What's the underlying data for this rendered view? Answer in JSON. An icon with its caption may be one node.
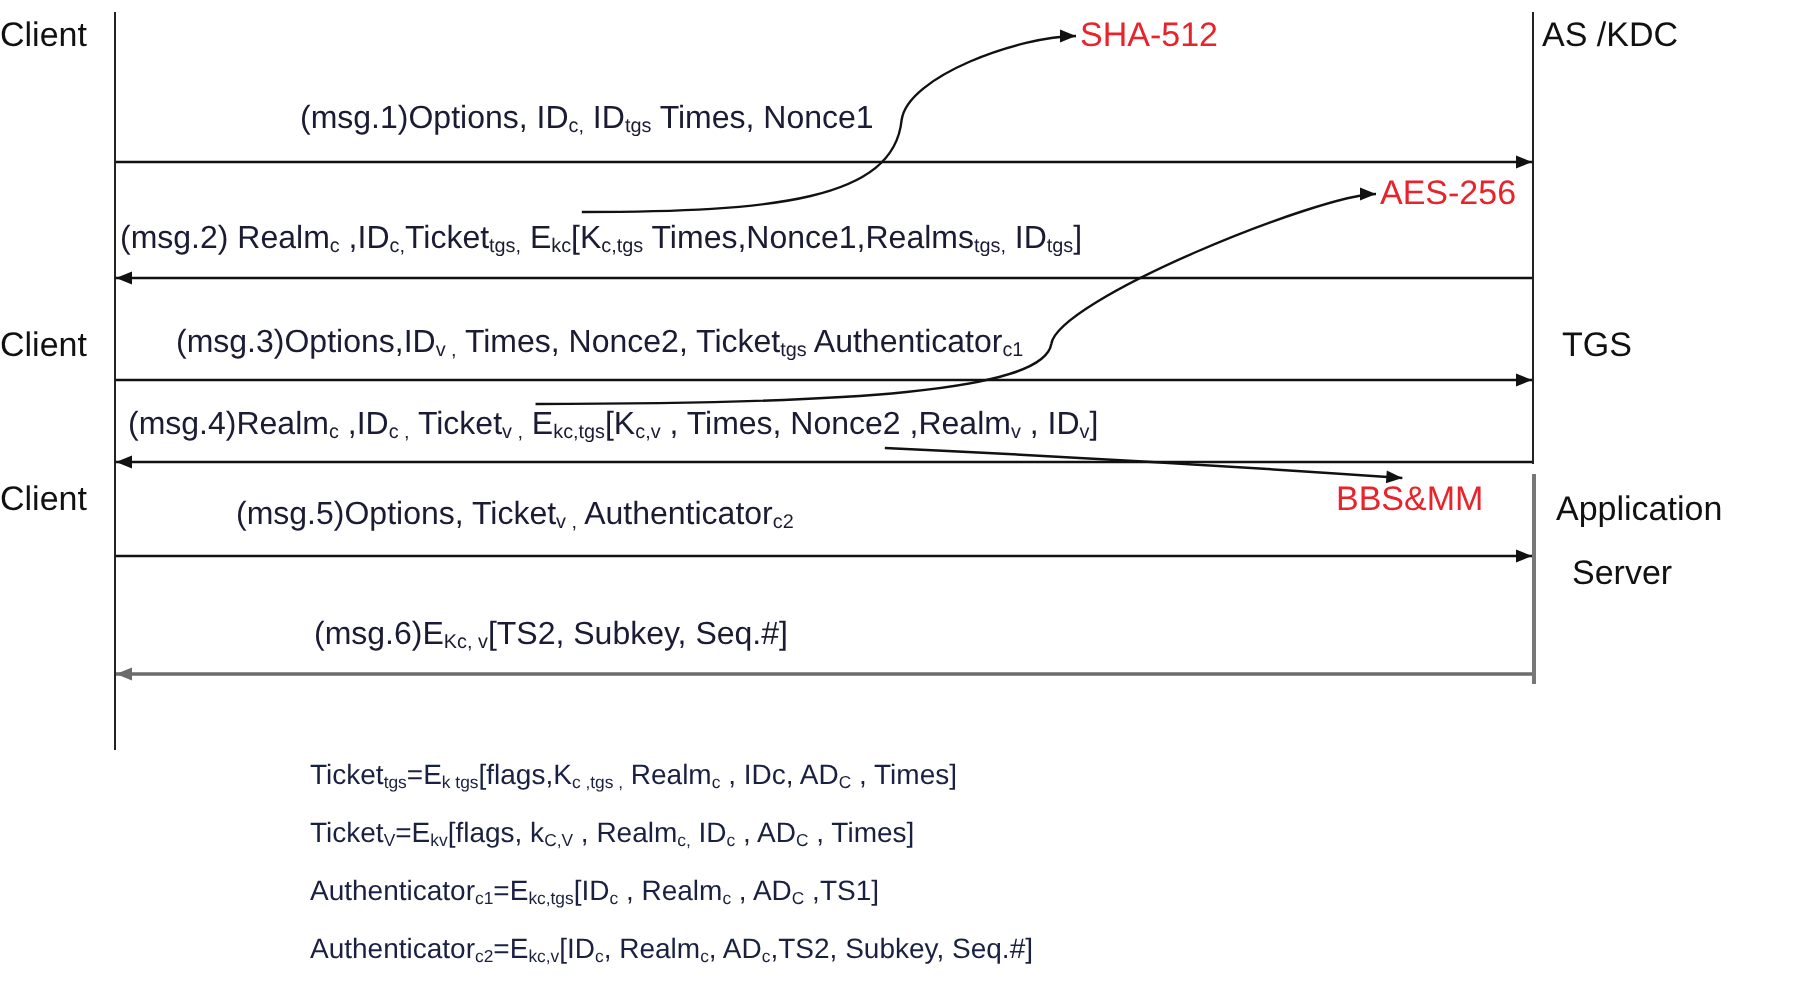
{
  "diagram": {
    "nodes": [
      {
        "text": [
          "Client"
        ]
      },
      {
        "text": [
          "AS /KDC"
        ]
      },
      {
        "text": [
          "Client"
        ]
      },
      {
        "text": [
          "TGS"
        ]
      },
      {
        "text": [
          "Client"
        ]
      },
      {
        "text": [
          "Application Server"
        ]
      },
      {
        "text": [
          "SHA-512"
        ]
      },
      {
        "text": [
          "AES-256"
        ]
      },
      {
        "text": [
          "BBS&MM"
        ]
      }
    ],
    "edges": [
      {
        "from": 0,
        "to": 1,
        "arrow": "to",
        "label": "(msg.1)Options, ID$_{c,}$ ID$_{tgs}$ Times, Nonce1"
      },
      {
        "from": 1,
        "to": 0,
        "arrow": "to",
        "label": "(msg.2) Realm$_{c}$ ,ID$_{c,}$Ticket$_{tgs,}$ E$_{kc}$[K$_{c,tgs}$ Times,Nonce1,Realms$_{tgs,}$ ID$_{tgs}$]"
      },
      {
        "from": 2,
        "to": 3,
        "arrow": "to",
        "label": "(msg.3)Options,ID$_{v ,}$ Times, Nonce2, Ticket$_{tgs}$ Authenticator$_{c1}$"
      },
      {
        "from": 3,
        "to": 2,
        "arrow": "to",
        "label": "(msg.4)Realm$_{c}$ ,ID$_{c ,}$ Ticket$_{v ,}$ E$_{kc,tgs}$[K$_{c,v}$ , Times, Nonce2 ,Realm$_{v}$ , ID$_{v}$]"
      },
      {
        "from": 4,
        "to": 5,
        "arrow": "to",
        "label": "(msg.5)Options, Ticket$_{v ,}$ Authenticator$_{c2}$"
      },
      {
        "from": 5,
        "to": 4,
        "arrow": "to",
        "label": "(msg.6)E$_{Kc, v}$[TS2, Subkey, Seq.#]",
        "color": "#6b6b6b"
      },
      {
        "from": null,
        "to": 6,
        "arrow": "to"
      },
      {
        "from": null,
        "to": 7,
        "arrow": "to"
      },
      {
        "from": null,
        "to": 8,
        "arrow": "to"
      }
    ],
    "labels": [
      "Ticket$_{tgs}$=E$_{k tgs}$[flags,K$_{c ,tgs ,}$ Realm$_{c}$ , IDc, AD$_{C}$ , Times]",
      "Ticket$_{V}$=E$_{kv}$[flags, k$_{C,V}$ , Realm$_{c,}$ ID$_{c}$ , AD$_{C}$ , Times]",
      "Authenticator$_{c1}$=E$_{kc,tgs}$[ID$_{c}$ , Realm$_{c}$ , AD$_{C}$ ,TS1]",
      "Authenticator$_{c2}$=E$_{kc,v}$[ID$_{c}$, Realm$_{c}$, AD$_{c}$,TS2, Subkey, Seq.#]"
    ]
  }
}
